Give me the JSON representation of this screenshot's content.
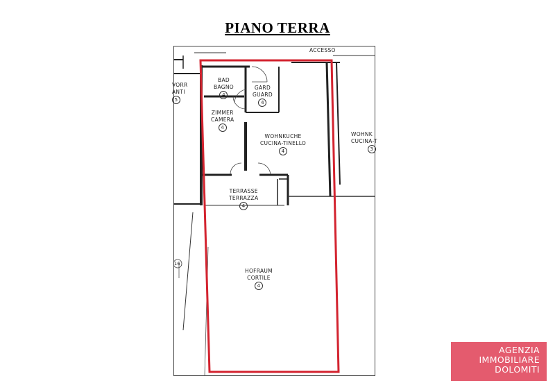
{
  "title": "PIANO TERRA",
  "accent_color": "#d3232f",
  "plan": {
    "accesso": "ACCESSO",
    "rooms": {
      "bad_de": "BAD",
      "bad_it": "BAGNO",
      "bad_num": "4",
      "gard_de": "GARD",
      "gard_it": "GUARD",
      "gard_num": "4",
      "zimmer_de": "ZIMMER",
      "zimmer_it": "CAMERA",
      "zimmer_num": "4",
      "kitchen_de": "WOHNKUCHE",
      "kitchen_it": "CUCINA-TINELLO",
      "kitchen_num": "4",
      "terrace_de": "TERRASSE",
      "terrace_it": "TERRAZZA",
      "terrace_num": "4",
      "court_de": "HOFRAUM",
      "court_it": "CORTILE",
      "court_num": "4"
    },
    "neighbors": {
      "left_de": "VORR",
      "left_it": "ANTI",
      "left_num": "5",
      "right_de": "WOHNK",
      "right_it": "CUCINA-T",
      "right_num": "3",
      "bottom_num": "16"
    }
  },
  "agency": {
    "line1": "AGENZIA",
    "line2": "IMMOBILIARE",
    "line3": "DOLOMITI",
    "color": "#e45b6e"
  }
}
